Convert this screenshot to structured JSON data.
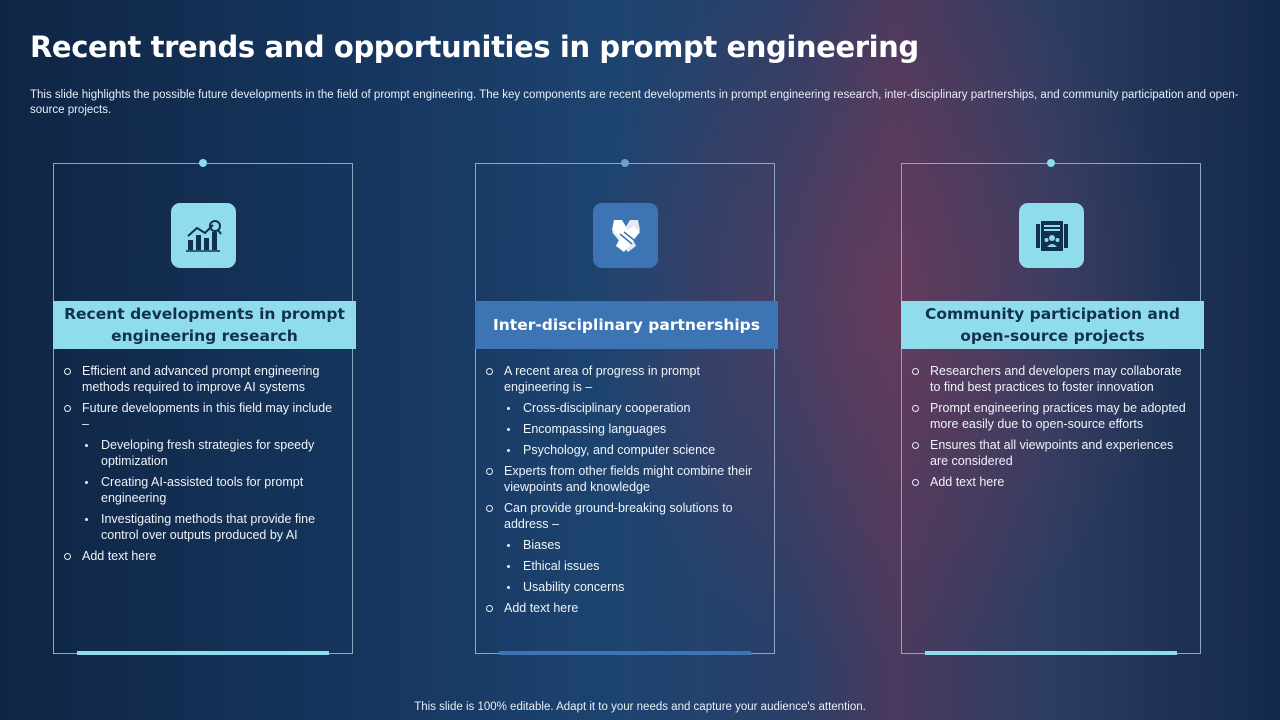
{
  "title": "Recent trends and opportunities in prompt engineering",
  "subtitle": "This slide highlights the possible future developments in the field of prompt engineering. The key components are recent developments in prompt engineering research, inter-disciplinary partnerships, and community participation and open-source projects.",
  "colors": {
    "accent_light": "#8fdcec",
    "accent_dark": "#3d75b4",
    "background": "#173862"
  },
  "cards": [
    {
      "icon": "growth-chart-icon",
      "header": "Recent developments in prompt engineering research",
      "items": [
        {
          "text": "Efficient and advanced  prompt engineering methods required  to improve  AI systems",
          "subs": []
        },
        {
          "text": "Future developments  in this field may include –",
          "subs": [
            "Developing  fresh strategies for speedy optimization",
            "Creating  AI-assisted tools for prompt engineering",
            "Investigating  methods that provide  fine control over  outputs produced  by AI"
          ]
        },
        {
          "text": "Add text here",
          "subs": []
        }
      ]
    },
    {
      "icon": "handshake-icon",
      "header": "Inter-disciplinary partnerships",
      "items": [
        {
          "text": "A recent area of progress in prompt engineering  is –",
          "subs": [
            "Cross-disciplinary  cooperation",
            "Encompassing languages",
            "Psychology, and computer science"
          ]
        },
        {
          "text": "Experts from other fields might combine their viewpoints  and knowledge",
          "subs": []
        },
        {
          "text": "Can provide  ground-breaking  solutions to address –",
          "subs": [
            "Biases",
            "Ethical issues",
            "Usability concerns"
          ]
        },
        {
          "text": "Add text here",
          "subs": []
        }
      ]
    },
    {
      "icon": "community-document-icon",
      "header": "Community participation and open-source projects",
      "items": [
        {
          "text": "Researchers and developers  may collaborate to find best practices to foster innovation",
          "subs": []
        },
        {
          "text": "Prompt engineering  practices may be adopted more easily due to open-source efforts",
          "subs": []
        },
        {
          "text": "Ensures that all viewpoints  and experiences are considered",
          "subs": []
        },
        {
          "text": "Add text here",
          "subs": []
        }
      ]
    }
  ],
  "footer": "This slide is 100% editable. Adapt it to your needs and capture your audience's attention."
}
